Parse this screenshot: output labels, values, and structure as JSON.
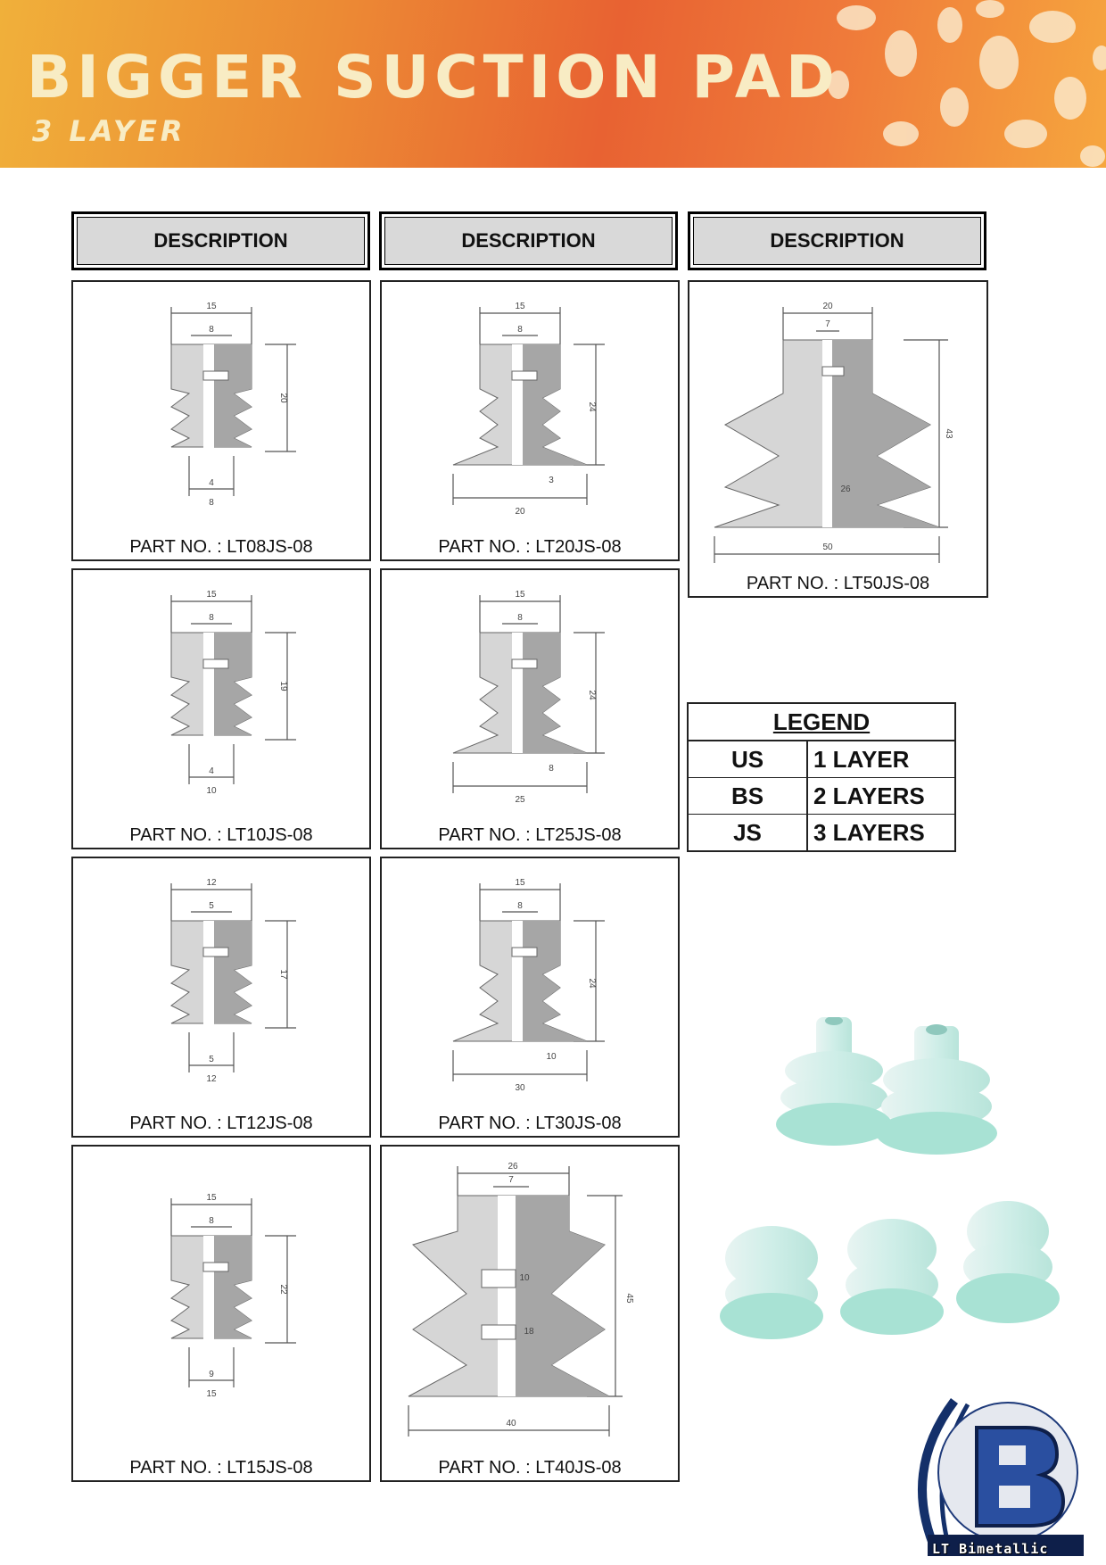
{
  "header": {
    "title": "BIGGER SUCTION PAD",
    "subtitle": "3 LAYER"
  },
  "columns": [
    "DESCRIPTION",
    "DESCRIPTION",
    "DESCRIPTION"
  ],
  "parts": [
    {
      "label": "PART NO. : LT08JS-08",
      "dims": [
        "15",
        "8",
        "20",
        "4",
        "8"
      ]
    },
    {
      "label": "PART NO. : LT20JS-08",
      "dims": [
        "15",
        "8",
        "24",
        "3",
        "20"
      ]
    },
    {
      "label": "PART NO. : LT50JS-08",
      "dims": [
        "20",
        "7",
        "43",
        "26",
        "50"
      ]
    },
    {
      "label": "PART NO. : LT10JS-08",
      "dims": [
        "15",
        "8",
        "19",
        "4",
        "10"
      ]
    },
    {
      "label": "PART NO. : LT25JS-08",
      "dims": [
        "15",
        "8",
        "24",
        "8",
        "25"
      ]
    },
    {
      "label": "PART NO. : LT12JS-08",
      "dims": [
        "12",
        "5",
        "17",
        "5",
        "12"
      ]
    },
    {
      "label": "PART NO. : LT30JS-08",
      "dims": [
        "15",
        "8",
        "24",
        "10",
        "30"
      ]
    },
    {
      "label": "PART NO. : LT15JS-08",
      "dims": [
        "15",
        "8",
        "22",
        "9",
        "15"
      ]
    },
    {
      "label": "PART NO. : LT40JS-08",
      "dims": [
        "26",
        "7",
        "45",
        "10",
        "18",
        "40"
      ]
    }
  ],
  "legend": {
    "title": "LEGEND",
    "rows": [
      {
        "code": "US",
        "desc": "1 LAYER"
      },
      {
        "code": "BS",
        "desc": "2 LAYERS"
      },
      {
        "code": "JS",
        "desc": "3 LAYERS"
      }
    ]
  },
  "logo": {
    "letter": "B",
    "text": "LT Bimetallic"
  },
  "colors": {
    "banner_orange": "#e86232",
    "banner_yellow": "#f0b03a",
    "header_gray": "#d9d9d9",
    "pad_gray": "#d6d6d6",
    "pad_dark": "#a6a6a6",
    "photo_mint": "#9fe0d0",
    "logo_blue": "#2a4fa0"
  }
}
